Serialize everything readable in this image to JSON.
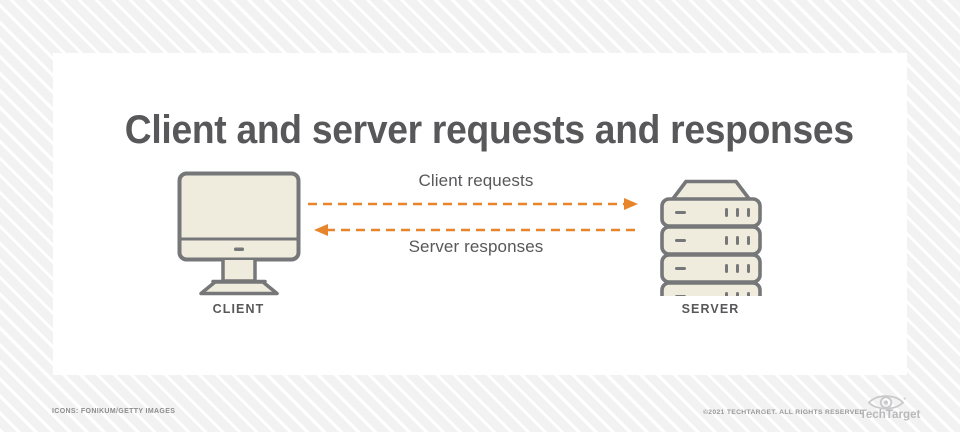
{
  "page": {
    "background_color": "#f2f2f2",
    "card_color": "#ffffff",
    "accent_color": "#e8852b",
    "icon_fill_color": "#efebdd",
    "icon_stroke_color": "#767779",
    "text_color": "#58585a"
  },
  "title": "Client and server requests and responses",
  "diagram": {
    "client": {
      "label": "CLIENT",
      "icon": "desktop-monitor-icon"
    },
    "server": {
      "label": "SERVER",
      "icon": "server-rack-icon"
    },
    "flows": [
      {
        "label": "Client requests",
        "direction": "right",
        "style": "dashed",
        "color": "#e8852b"
      },
      {
        "label": "Server responses",
        "direction": "left",
        "style": "dashed",
        "color": "#e8852b"
      }
    ]
  },
  "footer": {
    "credit": "ICONS: FONIKUM/GETTY IMAGES",
    "copyright": "©2021 TECHTARGET. ALL RIGHTS RESERVED",
    "logo_text": "TechTarget",
    "logo_icon": "eye-icon"
  }
}
